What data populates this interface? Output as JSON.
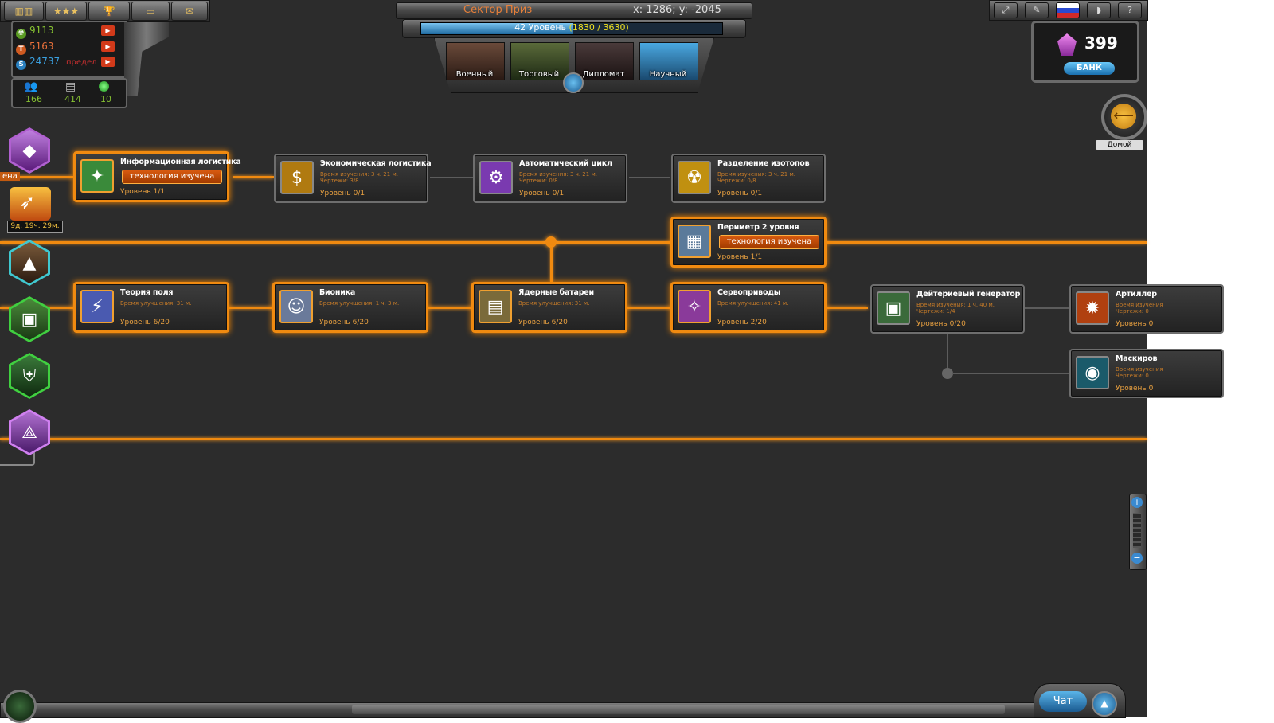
{
  "top_nav": {
    "icons": [
      "ratings-icon",
      "stars-icon",
      "trophy-icon",
      "ticket-icon",
      "mail-icon"
    ]
  },
  "header": {
    "sector_name": "Сектор Приз",
    "coordinates": "x: 1286; y: -2045",
    "level_text": "42 Уровень",
    "level_progress_text": "(1830 / 3630)",
    "level_progress": 0.504
  },
  "system_buttons": [
    "fullscreen-icon",
    "settings-wrench-icon",
    "language-flag-icon",
    "sound-icon",
    "help-icon"
  ],
  "resources": [
    {
      "name": "radiation",
      "value": "9113",
      "color": "#86c232"
    },
    {
      "name": "titanium",
      "value": "5163",
      "color": "#e8703a"
    },
    {
      "name": "credits",
      "value": "24737",
      "note": "предел",
      "color": "#3aa0e0"
    }
  ],
  "stats": [
    {
      "name": "population",
      "value": "166"
    },
    {
      "name": "robots",
      "value": "414"
    },
    {
      "name": "green-orbs",
      "value": "10"
    }
  ],
  "advisors": [
    {
      "label": "Военный",
      "color": "#6a4a3a"
    },
    {
      "label": "Торговый",
      "color": "#5a6a3a"
    },
    {
      "label": "Дипломат",
      "color": "#4a3a3a"
    },
    {
      "label": "Научный",
      "color": "#2a7ab0"
    }
  ],
  "bank": {
    "crystals": "399",
    "label": "БАНК"
  },
  "home": {
    "label": "Домой"
  },
  "tree": {
    "left_partial_label": "ена",
    "timer": "9д. 19ч. 29м.",
    "cards": [
      {
        "id": "info-logistics",
        "title": "Информационная логистика",
        "studied": "технология изучена",
        "level": "Уровень 1/1",
        "icon_color": "#3a8a3a",
        "icon_glyph": "✦"
      },
      {
        "id": "econ-logistics",
        "title": "Экономическая логистика",
        "d1": "Время изучения: 3 ч. 21 м.",
        "d2": "Чертежи: 3/8",
        "level": "Уровень 0/1",
        "icon_color": "#b07a10",
        "icon_glyph": "$"
      },
      {
        "id": "auto-cycle",
        "title": "Автоматический цикл",
        "d1": "Время изучения: 3 ч. 21 м.",
        "d2": "Чертежи: 0/8",
        "level": "Уровень 0/1",
        "icon_color": "#7a3ab0",
        "icon_glyph": "⚙"
      },
      {
        "id": "isotopes",
        "title": "Разделение изотопов",
        "d1": "Время изучения: 3 ч. 21 м.",
        "d2": "Чертежи: 0/8",
        "level": "Уровень 0/1",
        "icon_color": "#c09010",
        "icon_glyph": "☢"
      },
      {
        "id": "perimeter-2",
        "title": "Периметр 2 уровня",
        "studied": "технология изучена",
        "level": "Уровень 1/1",
        "icon_color": "#5a7a9a",
        "icon_glyph": "▦"
      },
      {
        "id": "field-theory",
        "title": "Теория поля",
        "d1": "Время улучшения: 31 м.",
        "level": "Уровень 6/20",
        "icon_color": "#4a5ab0",
        "icon_glyph": "⚡"
      },
      {
        "id": "bionics",
        "title": "Бионика",
        "d1": "Время улучшения: 1 ч. 3 м.",
        "level": "Уровень 6/20",
        "icon_color": "#6a7a9a",
        "icon_glyph": "☺"
      },
      {
        "id": "nuclear-batteries",
        "title": "Ядерные батареи",
        "d1": "Время улучшения: 31 м.",
        "level": "Уровень 6/20",
        "icon_color": "#7a6a3a",
        "icon_glyph": "▤"
      },
      {
        "id": "servo-drives",
        "title": "Сервоприводы",
        "d1": "Время улучшения: 41 м.",
        "level": "Уровень 2/20",
        "icon_color": "#8a3a9a",
        "icon_glyph": "✧"
      },
      {
        "id": "deuterium-gen",
        "title": "Дейтериевый генератор",
        "d1": "Время изучения: 1 ч. 40 м.",
        "d2": "Чертежи: 1/4",
        "level": "Уровень 0/20",
        "icon_color": "#3a6a3a",
        "icon_glyph": "▣"
      },
      {
        "id": "artillery",
        "title": "Артиллер",
        "d1": "Время изучения",
        "d2": "Чертежи: 0",
        "level": "Уровень 0",
        "icon_color": "#b04010",
        "icon_glyph": "✹"
      },
      {
        "id": "masking",
        "title": "Маскиров",
        "d1": "Время изучения",
        "d2": "Чертежи: 0",
        "level": "Уровень 0",
        "icon_color": "#1a5a6a",
        "icon_glyph": "◉"
      }
    ]
  },
  "bottom": {
    "chat_label": "Чат"
  },
  "zoom": {
    "in": "+",
    "out": "−"
  }
}
